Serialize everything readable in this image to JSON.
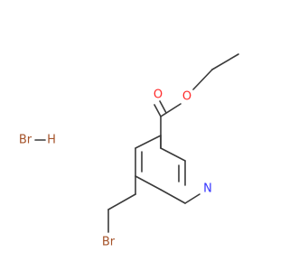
{
  "molecule": {
    "atoms": {
      "hbr_br": {
        "symbol": "Br",
        "color": "#a5532a"
      },
      "hbr_h": {
        "symbol": "H",
        "color": "#a5532a"
      },
      "carbonyl_o": {
        "symbol": "O",
        "color": "#ff2a2a"
      },
      "ester_o": {
        "symbol": "O",
        "color": "#ff2a2a"
      },
      "ring_n": {
        "symbol": "N",
        "color": "#3333ff"
      },
      "bromomethyl_br": {
        "symbol": "Br",
        "color": "#a5532a"
      }
    },
    "bond_color": "#3a3a3a"
  }
}
